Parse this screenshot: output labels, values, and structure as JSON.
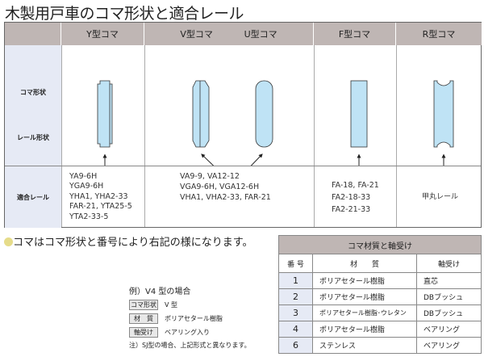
{
  "title": "木製用戸車のコマ形状と適合レール",
  "main_table": {
    "headers": [
      "Y型コマ",
      "V型コマ",
      "U型コマ",
      "F型コマ",
      "R型コマ"
    ],
    "row_labels": [
      "コマ形状",
      "レール形状",
      "適合レール"
    ],
    "rails": {
      "y": [
        "YA9-6H",
        "YGA9-6H",
        "YHA1, YHA2-33",
        "FAR-21, YTA25-5",
        "YTA2-33-5"
      ],
      "vu": [
        "VA9-9, VA12-12",
        "VGA9-6H, VGA12-6H",
        "VHA1, VHA2-33, FAR-21"
      ],
      "f": [
        "FA-18, FA-21",
        "FA2-18-33",
        "FA2-21-33"
      ],
      "r": [
        "甲丸レール"
      ]
    }
  },
  "colors": {
    "wheel": "#bfe3f5",
    "rail": "#d6cbaa",
    "header": "#bfb6b4",
    "label_bg": "#e6eaf5",
    "bullet": "#e6dc8a"
  },
  "bullet_text": "コマはコマ形状と番号により右記の様になります。",
  "example": {
    "title": "例）V4 型の場合",
    "rows": [
      {
        "label": "コマ形状",
        "value": "V 型"
      },
      {
        "label": "材　質",
        "value": "ポリアセタール樹脂"
      },
      {
        "label": "軸受け",
        "value": "ベアリング入り"
      }
    ],
    "note": "注）SJ型の場合、上記形式と異なります。"
  },
  "material_table": {
    "title": "コマ材質と軸受け",
    "headers": [
      "番 号",
      "材　　質",
      "軸受け"
    ],
    "rows": [
      [
        "1",
        "ポリアセタール樹脂",
        "直芯"
      ],
      [
        "2",
        "ポリアセタール樹脂",
        "DBブッシュ"
      ],
      [
        "3",
        "ポリアセタール樹脂･ウレタン",
        "DBブッシュ"
      ],
      [
        "4",
        "ポリアセタール樹脂",
        "ベアリング"
      ],
      [
        "6",
        "ステンレス",
        "ベアリング"
      ]
    ]
  }
}
